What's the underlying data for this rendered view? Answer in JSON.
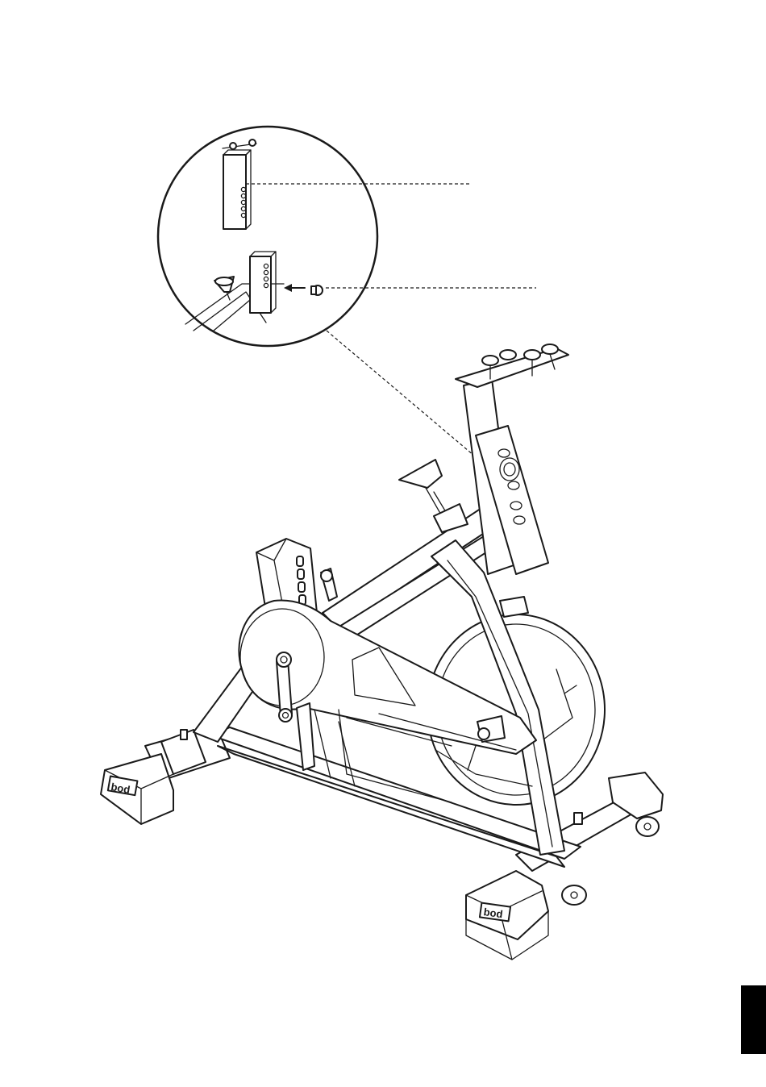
{
  "figure": {
    "brand_mark": "bod",
    "palette": {
      "ink": "#1a1a1a",
      "paper": "#ffffff",
      "tab": "#000000"
    }
  },
  "callouts": {
    "detail_view": "seat-post-insertion",
    "part_pointer": "knob-pointer",
    "leader": "leader-to-seat-tube"
  },
  "page_tab": {
    "color": "#000000"
  }
}
